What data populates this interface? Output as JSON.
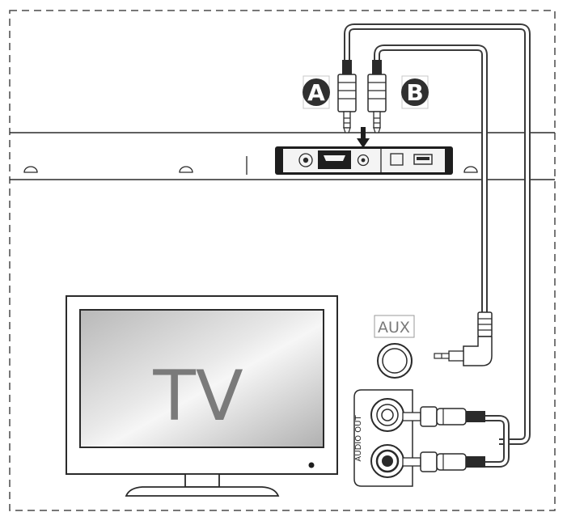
{
  "labels": {
    "a": "A",
    "b": "B",
    "aux": "AUX",
    "audio_out": "AUDIO OUT",
    "tv": "TV"
  },
  "colors": {
    "line": "#3a3a3a",
    "dash": "#4a4a4a",
    "badge": "#2f2f2f",
    "panel": "#f2f2f2",
    "tv_text": "#7a7a7a"
  }
}
